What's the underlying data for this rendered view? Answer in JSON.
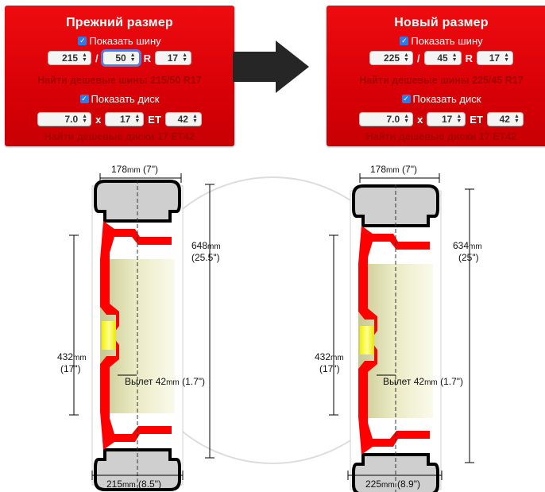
{
  "old_panel": {
    "title": "Прежний размер",
    "show_tire_label": "Показать шину",
    "width": "215",
    "profile": "50",
    "r_label": "R",
    "rim": "17",
    "tire_link": "Найти дешевые шины 215/50 R17",
    "show_disk_label": "Показать диск",
    "disk_width": "7.0",
    "x_label": "x",
    "disk_rim": "17",
    "et_label": "ET",
    "et": "42",
    "disk_link": "Найти дешевые диски 17 ET42",
    "slash": "/"
  },
  "new_panel": {
    "title": "Новый размер",
    "show_tire_label": "Показать шину",
    "width": "225",
    "profile": "45",
    "r_label": "R",
    "rim": "17",
    "tire_link": "Найти дешевые шины 225/45 R17",
    "show_disk_label": "Показать диск",
    "disk_width": "7.0",
    "x_label": "x",
    "disk_rim": "17",
    "et_label": "ET",
    "et": "42",
    "disk_link": "Найти дешевые диски 17 ET42",
    "slash": "/"
  },
  "old_diagram": {
    "top_width": "178",
    "top_width_in": "(7\")",
    "diameter": "648",
    "diameter_in": "(25.5\")",
    "rim_diam": "432",
    "rim_diam_in": "(17\")",
    "offset_label": "Вылет 42",
    "offset_in": "(1.7\")",
    "bottom_width": "215",
    "bottom_width_in": "(8.5\")"
  },
  "new_diagram": {
    "top_width": "178",
    "top_width_in": "(7\")",
    "diameter": "634",
    "diameter_in": "(25\")",
    "rim_diam": "432",
    "rim_diam_in": "(17\")",
    "offset_label": "Вылет 42",
    "offset_in": "(1.7\")",
    "bottom_width": "225",
    "bottom_width_in": "(8.9\")"
  },
  "units": {
    "mm": "mm"
  },
  "colors": {
    "panel_red": "#e00008",
    "link": "#a50000",
    "rim_red": "#ff0000",
    "tire_gray": "#cfcfcf"
  }
}
